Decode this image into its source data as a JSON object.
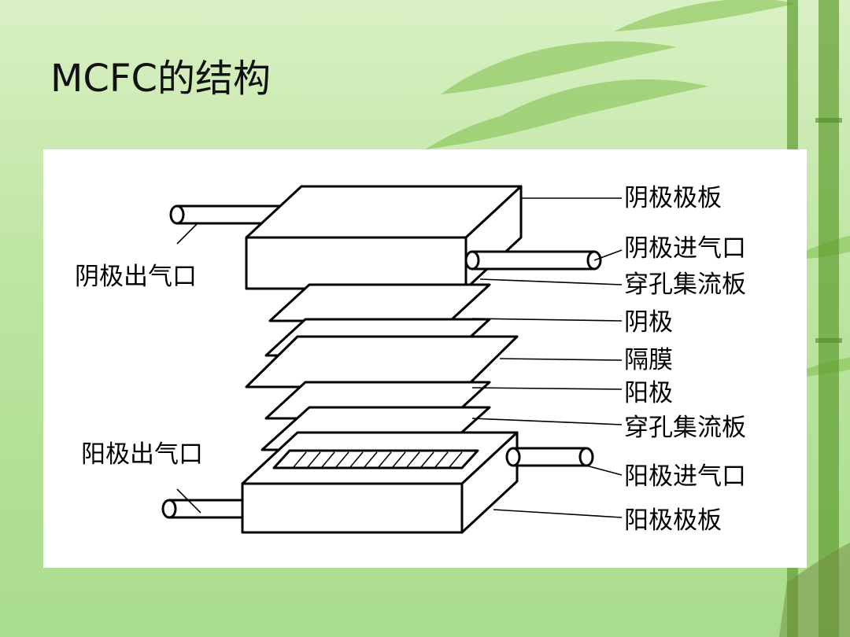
{
  "slide": {
    "title": "MCFC的结构"
  },
  "diagram": {
    "labels": {
      "cathode_plate": "阴极极板",
      "cathode_inlet": "阴极进气口",
      "perforated_collector_top": "穿孔集流板",
      "cathode": "阴极",
      "membrane": "隔膜",
      "anode": "阳极",
      "perforated_collector_bottom": "穿孔集流板",
      "anode_inlet": "阳极进气口",
      "anode_plate": "阳极极板",
      "cathode_outlet": "阴极出气口",
      "anode_outlet": "阳极出气口"
    }
  },
  "colors": {
    "background": "#bfe6a3",
    "panel": "#ffffff",
    "bamboo": "#5f9d2f"
  }
}
